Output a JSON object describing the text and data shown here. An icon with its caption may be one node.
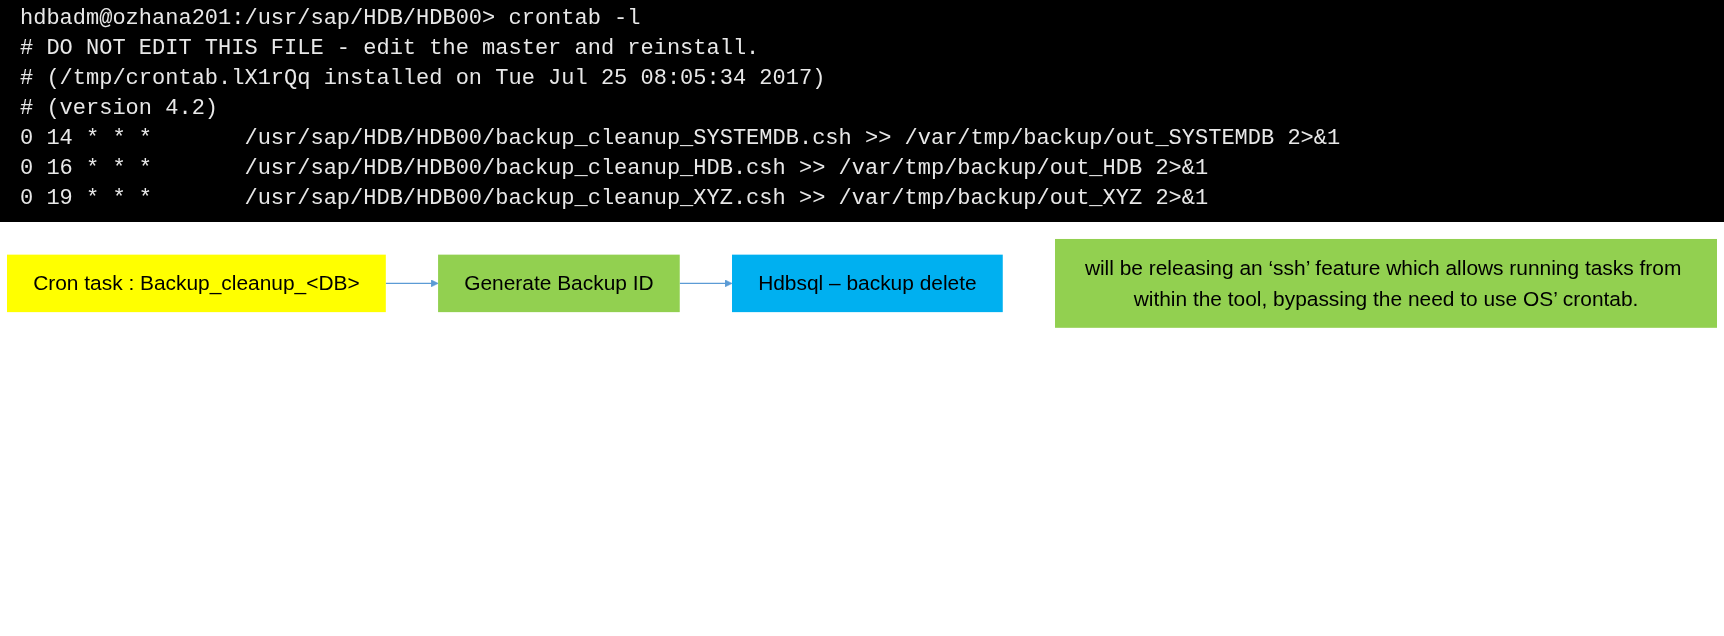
{
  "diagram": {
    "nodes": [
      {
        "text": [
          "Cron task : Backup_cleanup_<DB>"
        ]
      },
      {
        "text": [
          "Generate Backup ID"
        ]
      },
      {
        "text": [
          "Hdbsql – backup delete"
        ]
      },
      {
        "text": [
          "will be releasing an ‘ssh’ feature which allows running tasks from within the tool, bypassing the need to use OS’ crontab."
        ]
      }
    ],
    "edges": [
      {
        "from": 0,
        "to": 1,
        "arrow": "to"
      },
      {
        "from": 1,
        "to": 2,
        "arrow": "to"
      }
    ],
    "labels": [
      "hdbadm@ozhana201:/usr/sap/HDB/HDB00> crontab -l",
      "# DO NOT EDIT THIS FILE - edit the master and reinstall.",
      "# (/tmp/crontab.lX1rQq installed on Tue Jul 25 08:05:34 2017)",
      "# (version 4.2)",
      "0 14 * * *       /usr/sap/HDB/HDB00/backup_cleanup_SYSTEMDB.csh >> /var/tmp/backup/out_SYSTEMDB 2>&1",
      "0 16 * * *       /usr/sap/HDB/HDB00/backup_cleanup_HDB.csh >> /var/tmp/backup/out_HDB 2>&1",
      "0 19 * * *       /usr/sap/HDB/HDB00/backup_cleanup_XYZ.csh >> /var/tmp/backup/out_XYZ 2>&1"
    ]
  }
}
